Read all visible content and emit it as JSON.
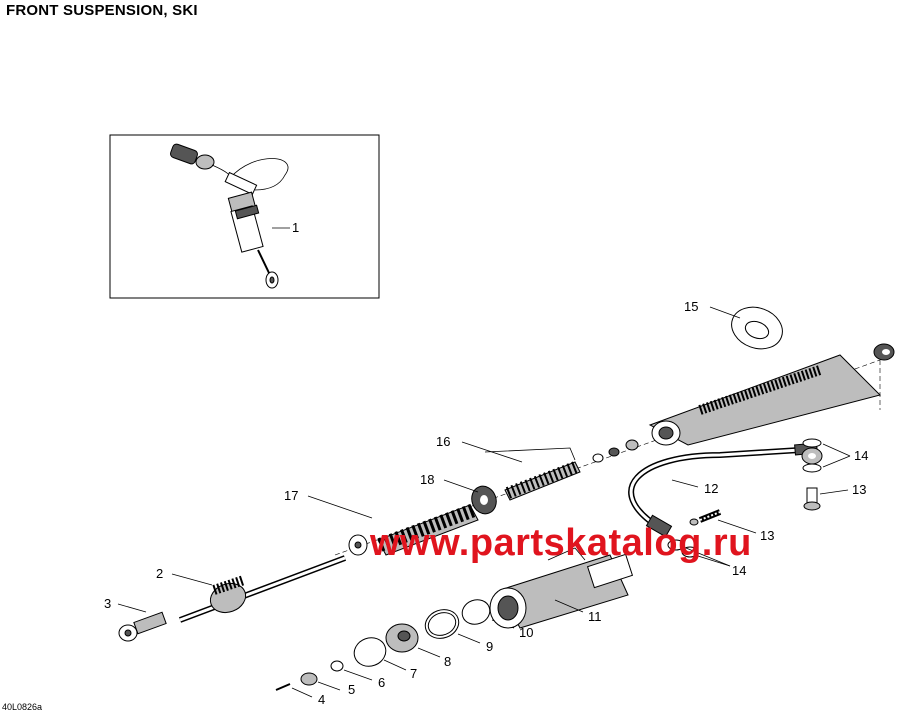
{
  "title": "FRONT SUSPENSION, SKI",
  "figure_code": "40L0826a",
  "watermark": "www.partskatalog.ru",
  "callouts": {
    "c1": "1",
    "c2": "2",
    "c3": "3",
    "c4": "4",
    "c5": "5",
    "c6": "6",
    "c7": "7",
    "c8": "8",
    "c9": "9",
    "c10": "10",
    "c11": "11",
    "c12": "12",
    "c13a": "13",
    "c13b": "13",
    "c14a": "14",
    "c14b": "14",
    "c15": "15",
    "c16": "16",
    "c17": "17",
    "c18": "18"
  }
}
